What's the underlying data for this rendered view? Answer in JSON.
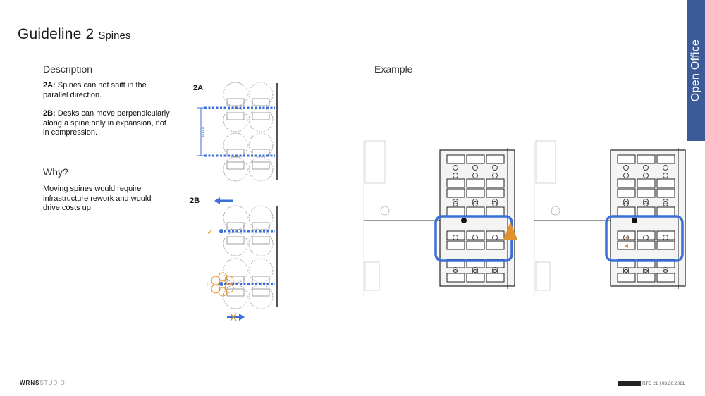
{
  "header": {
    "title": "Guideline 2",
    "subtitle": "Spines",
    "side_tab": "Open Office"
  },
  "description": {
    "heading": "Description",
    "item_2a_label": "2A:",
    "item_2a_text": " Spines can not shift in the parallel direction.",
    "item_2b_label": "2B:",
    "item_2b_text": " Desks can move perpendicularly along a spine only in expansion, not in compression."
  },
  "why": {
    "heading": "Why?",
    "text": "Moving spines would require infrastructure rework and would drive costs up."
  },
  "diagrams": {
    "label_2a": "2A",
    "label_2b": "2B",
    "fixed_label": "FIXED",
    "check_mark": "✓",
    "warning_mark": "!"
  },
  "example": {
    "heading": "Example"
  },
  "footer": {
    "logo_bold": "WRNS",
    "logo_light": "STUDIO",
    "date_text": "RTO 21 | 03.30.2021"
  },
  "colors": {
    "accent_blue": "#3a6fd8",
    "side_tab": "#3a5a98",
    "orange": "#e0922d"
  }
}
